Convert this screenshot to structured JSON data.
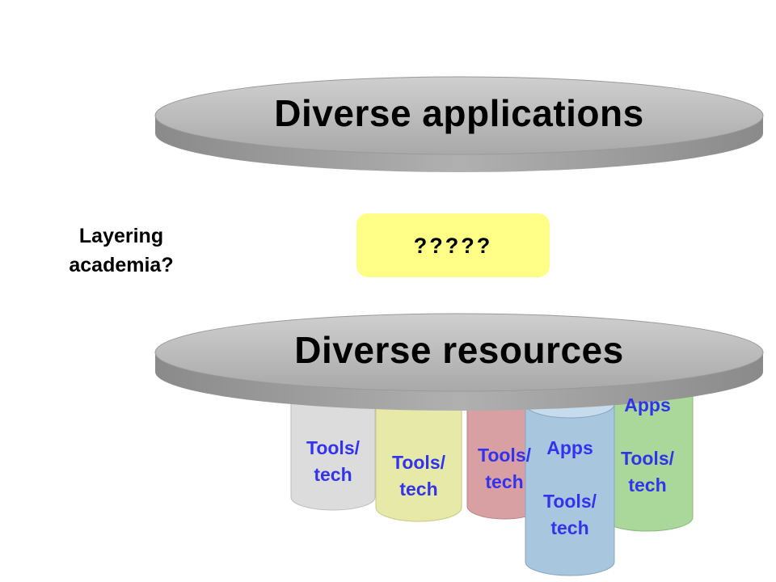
{
  "top_layer": {
    "label": "Diverse applications"
  },
  "middle_box": {
    "label": "?????"
  },
  "side_question": {
    "label": "Layering\nacademia?"
  },
  "bottom_layer": {
    "label": "Diverse resources"
  },
  "cylinders": [
    {
      "label": "Tools/\ntech",
      "color": "#dcdcdc"
    },
    {
      "label": "Tools/\ntech",
      "color": "#e6e9a8"
    },
    {
      "label": "Tools/\ntech",
      "color": "#d9a0a4"
    },
    {
      "label": "Apps\n\nTools/\ntech",
      "color": "#a9c6df"
    },
    {
      "label": "Apps\n\nTools/\ntech",
      "color": "#a9d89a"
    }
  ],
  "colors": {
    "disc_top": "#b8b8b8",
    "disc_edge": "#8e8e8e",
    "box_fill": "#ffff88",
    "cylinder_text": "#3333ee"
  }
}
